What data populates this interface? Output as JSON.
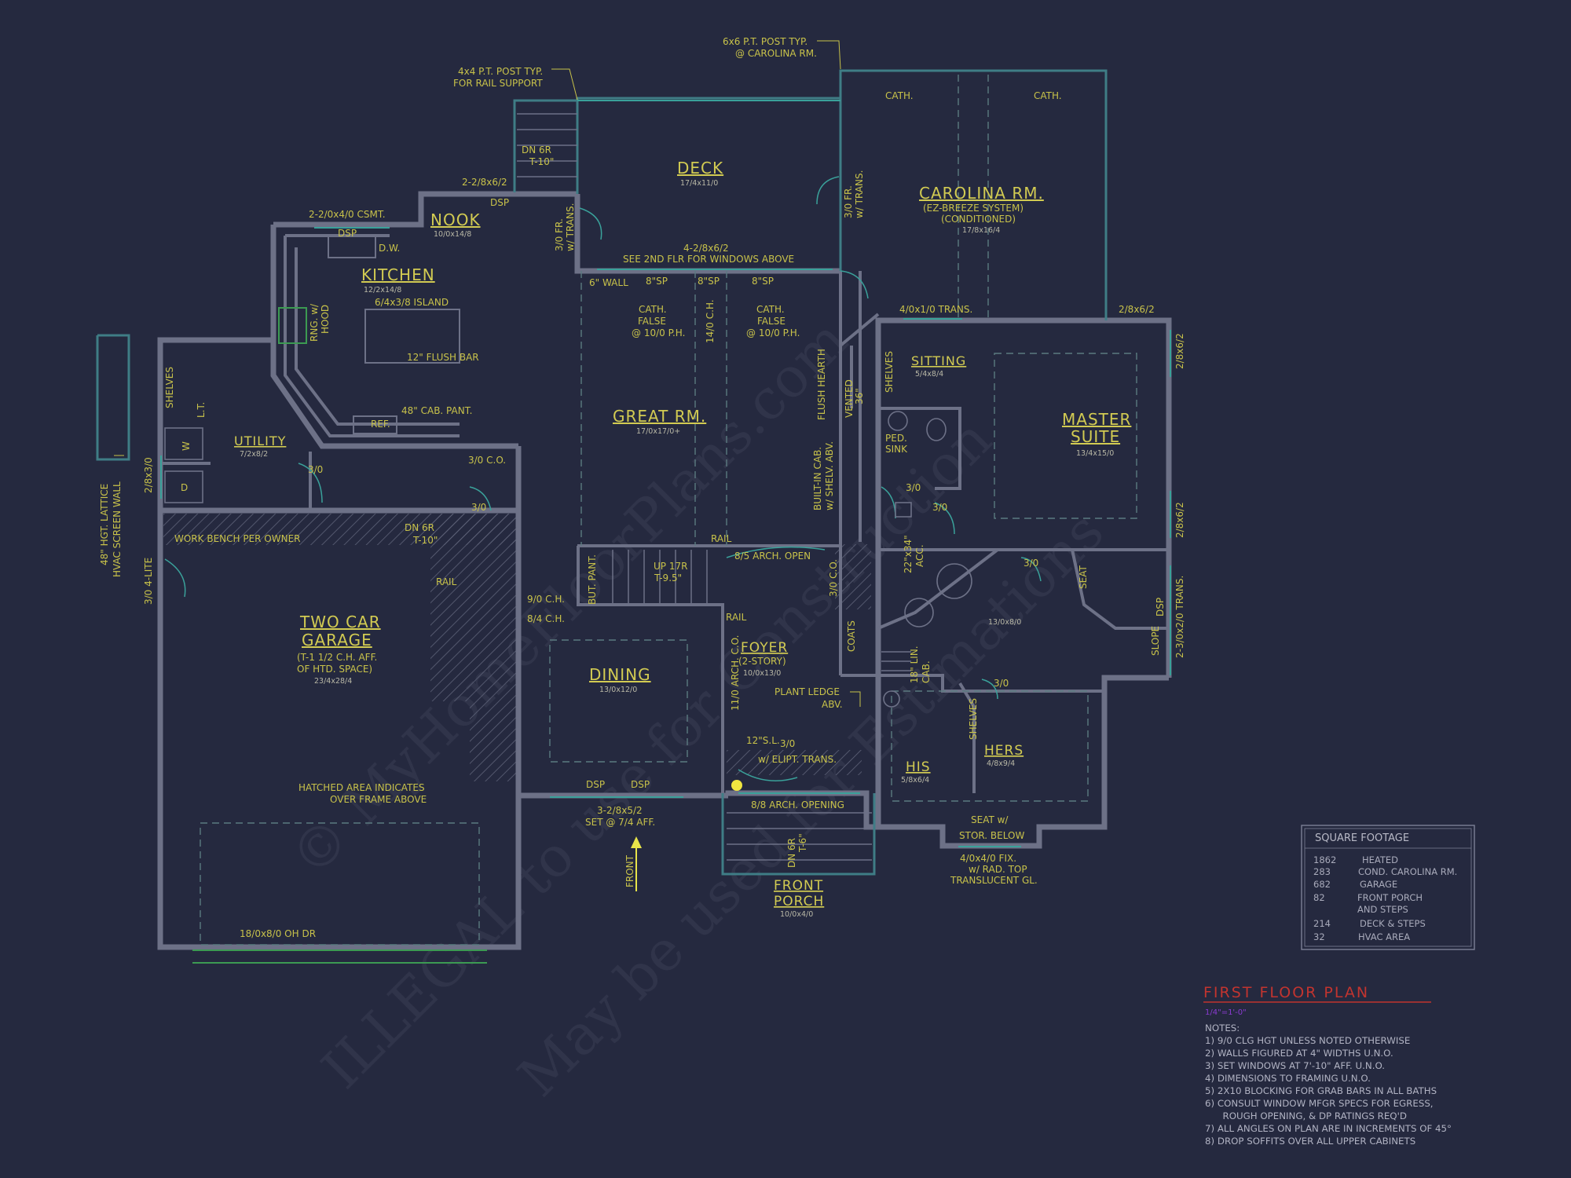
{
  "rooms": {
    "deck": {
      "name": "DECK",
      "dims": "17/4x11/0"
    },
    "carolina": {
      "name": "CAROLINA RM.",
      "sub1": "(EZ-BREEZE SYSTEM)",
      "sub2": "(CONDITIONED)",
      "dims": "17/8x16/4"
    },
    "nook": {
      "name": "NOOK",
      "dims": "10/0x14/8"
    },
    "kitchen": {
      "name": "KITCHEN",
      "dims": "12/2x14/8"
    },
    "great": {
      "name": "GREAT RM.",
      "dims": "17/0x17/0+"
    },
    "sitting": {
      "name": "SITTING",
      "dims": "5/4x8/4"
    },
    "master1": {
      "name": "MASTER"
    },
    "master2": {
      "name": "SUITE",
      "dims": "13/4x15/0"
    },
    "utility": {
      "name": "UTILITY",
      "dims": "7/2x8/2"
    },
    "garage1": {
      "name": "TWO CAR"
    },
    "garage2": {
      "name": "GARAGE",
      "sub1": "(T-1 1/2 C.H. AFF.",
      "sub2": "OF HTD. SPACE)",
      "dims": "23/4x28/4"
    },
    "dining": {
      "name": "DINING",
      "dims": "13/0x12/0"
    },
    "foyer": {
      "name": "FOYER",
      "sub1": "(2-STORY)",
      "dims": "10/0x13/0"
    },
    "his": {
      "name": "HIS",
      "dims": "5/8x6/4"
    },
    "hers": {
      "name": "HERS",
      "dims": "4/8x9/4"
    },
    "porch1": {
      "name": "FRONT"
    },
    "porch2": {
      "name": "PORCH",
      "dims": "10/0x4/0"
    },
    "bath": {
      "dims": "13/0x8/0"
    }
  },
  "labels": {
    "post_deck_1": "6x6 P.T. POST TYP.",
    "post_deck_2": "@ CAROLINA RM.",
    "post_rail_1": "4x4 P.T. POST TYP.",
    "post_rail_2": "FOR RAIL SUPPORT",
    "dn6r_deck": "DN 6R",
    "dn6r_deck_t": "T-10\"",
    "nook_win": "2-2/8x6/2",
    "dsp": "DSP",
    "csmt": "2-2/0x4/0 CSMT.",
    "dw": "D.W.",
    "fr_trans_1": "3/0 FR.",
    "fr_trans_2": "w/ TRANS.",
    "deck_win": "4-2/8x6/2",
    "second_flr": "SEE 2ND FLR FOR WINDOWS ABOVE",
    "cath": "CATH.",
    "fr_trans_3": "3/0 FR.",
    "fr_trans_4": "w/ TRANS.",
    "wall6": "6\" WALL",
    "sp8": "8\"SP",
    "cath_false_1": "CATH.",
    "cath_false_2": "FALSE",
    "cath_false_3": "@ 10/0 P.H.",
    "ch14": "14/0 C.H.",
    "rng_hood_1": "RNG. w/",
    "rng_hood_2": "HOOD",
    "island": "6/4x3/8 ISLAND",
    "flush_bar": "12\" FLUSH BAR",
    "cab_pant": "48\" CAB. PANT.",
    "ref": "REF.",
    "trans_4": "4/0x1/0 TRANS.",
    "win_262": "2/8x6/2",
    "shelves": "SHELVES",
    "flush_hearth": "FLUSH HEARTH",
    "vented_1": "VENTED",
    "vented_2": "36\"",
    "ped_sink_1": "PED.",
    "ped_sink_2": "SINK",
    "built_in_1": "BUILT-IN CAB.",
    "built_in_2": "w/ SHELV. ABV.",
    "lt": "L.T.",
    "w": "W",
    "d": "D",
    "door30": "3/0",
    "co30": "3/0 C.O.",
    "win_2830": "2/8x3/0",
    "work_bench": "WORK BENCH PER OWNER",
    "dn6r_gar": "DN 6R",
    "dn6r_gar_t": "T-10\"",
    "rail": "RAIL",
    "lattice_1": "48\" HGT. LATTICE",
    "lattice_2": "HVAC SCREEN WALL",
    "lite4": "3/0 4-LITE",
    "but_pant": "BUT. PANT.",
    "up_stairs_1": "UP 17R",
    "up_stairs_2": "T-9.5\"",
    "arch_open": "8/5 ARCH. OPEN",
    "ch90": "9/0 C.H.",
    "ch84": "8/4 C.H.",
    "arch_co": "11/0 ARCH. C.O.",
    "coats": "COATS",
    "lin_cab_1": "18\" LIN.",
    "lin_cab_2": "CAB.",
    "acc_1": "22\"x34\"",
    "acc_2": "ACC.",
    "seat": "SEAT",
    "slope": "SLOPE",
    "trans_2310": "2-3/0x2/0 TRANS.",
    "plant_ledge_1": "PLANT LEDGE",
    "plant_ledge_2": "ABV.",
    "sl12": "12\"S.L.",
    "elipt": "w/ ELIPT. TRANS.",
    "arch_88": "8/8 ARCH. OPENING",
    "dn6r_porch": "DN 6R",
    "dn6r_porch_t": "T-6\"",
    "hatched_1": "HATCHED AREA INDICATES",
    "hatched_2": "OVER FRAME ABOVE",
    "dining_win_1": "3-2/8x5/2",
    "dining_win_2": "SET @ 7/4 AFF.",
    "front": "FRONT",
    "oh_dr": "18/0x8/0 OH DR",
    "seat_stor_1": "SEAT w/",
    "seat_stor_2": "STOR. BELOW",
    "fix_1": "4/0x4/0 FIX.",
    "fix_2": "w/ RAD. TOP",
    "fix_3": "TRANSLUCENT GL."
  },
  "square_footage": {
    "title": "SQUARE FOOTAGE",
    "rows": [
      {
        "value": "1862",
        "label": "HEATED"
      },
      {
        "value": "283",
        "label": "COND. CAROLINA RM."
      },
      {
        "value": "682",
        "label": "GARAGE"
      },
      {
        "value": "82",
        "label": "FRONT PORCH"
      },
      {
        "value": "",
        "label": "AND STEPS"
      },
      {
        "value": "214",
        "label": "DECK & STEPS"
      },
      {
        "value": "32",
        "label": "HVAC AREA"
      }
    ]
  },
  "floor_plan": {
    "title": "FIRST FLOOR PLAN",
    "scale": "1/4\"=1'-0\""
  },
  "notes": {
    "header": "NOTES:",
    "items": [
      "1)  9/0 CLG HGT UNLESS NOTED OTHERWISE",
      "2)  WALLS FIGURED AT 4\" WIDTHS U.N.O.",
      "3)  SET WINDOWS AT 7'-10\" AFF. U.N.O.",
      "4)  DIMENSIONS TO FRAMING U.N.O.",
      "5)  2X10 BLOCKING FOR GRAB BARS IN ALL BATHS",
      "6)  CONSULT WINDOW MFGR SPECS FOR EGRESS,",
      "      ROUGH OPENING, & DP RATINGS REQ'D",
      "7)  ALL ANGLES ON PLAN ARE IN INCREMENTS OF 45°",
      "8)  DROP SOFFITS OVER ALL UPPER CABINETS"
    ]
  },
  "watermark": {
    "line1": "© MyHomeFloorPlans.com",
    "line2": "ILLEGAL to use for Construction",
    "line3": "May be used for Estimations"
  }
}
